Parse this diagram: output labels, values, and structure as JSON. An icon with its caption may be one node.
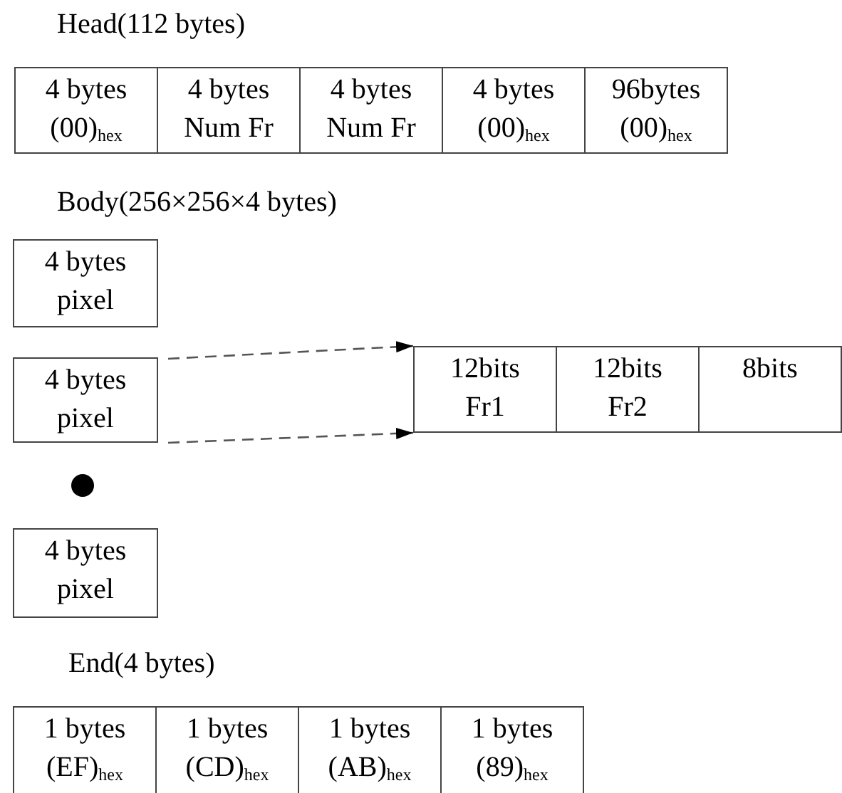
{
  "diagram": {
    "nodes": [
      {
        "text": [
          "4 bytes",
          "(00)$_{hex}$"
        ]
      },
      {
        "text": [
          "4 bytes",
          "Num Fr"
        ]
      },
      {
        "text": [
          "4 bytes",
          "Num Fr"
        ]
      },
      {
        "text": [
          "4 bytes",
          "(00)$_{hex}$"
        ]
      },
      {
        "text": [
          "96bytes",
          "(00)$_{hex}$"
        ]
      },
      {
        "text": [
          "4 bytes",
          "pixel"
        ]
      },
      {
        "text": [
          "4 bytes",
          "pixel"
        ]
      },
      {
        "text": [
          "4 bytes",
          "pixel"
        ]
      },
      {
        "text": [
          "12bits",
          "Fr1"
        ]
      },
      {
        "text": [
          "12bits",
          "Fr2"
        ]
      },
      {
        "text": [
          "8bits"
        ]
      },
      {
        "text": [
          "1 bytes",
          "(EF)$_{hex}$"
        ]
      },
      {
        "text": [
          "1 bytes",
          "(CD)$_{hex}$"
        ]
      },
      {
        "text": [
          "1 bytes",
          "(AB)$_{hex}$"
        ]
      },
      {
        "text": [
          "1 bytes",
          "(89)$_{hex}$"
        ]
      }
    ],
    "edges": [
      {
        "from": 6,
        "to": 8,
        "arrow": "to",
        "style": "dashed"
      },
      {
        "from": 6,
        "to": 8,
        "arrow": "to",
        "style": "dashed"
      }
    ],
    "labels": [
      "Head(112 bytes)",
      "Body(256×256×4 bytes)",
      "End(4 bytes)"
    ]
  }
}
